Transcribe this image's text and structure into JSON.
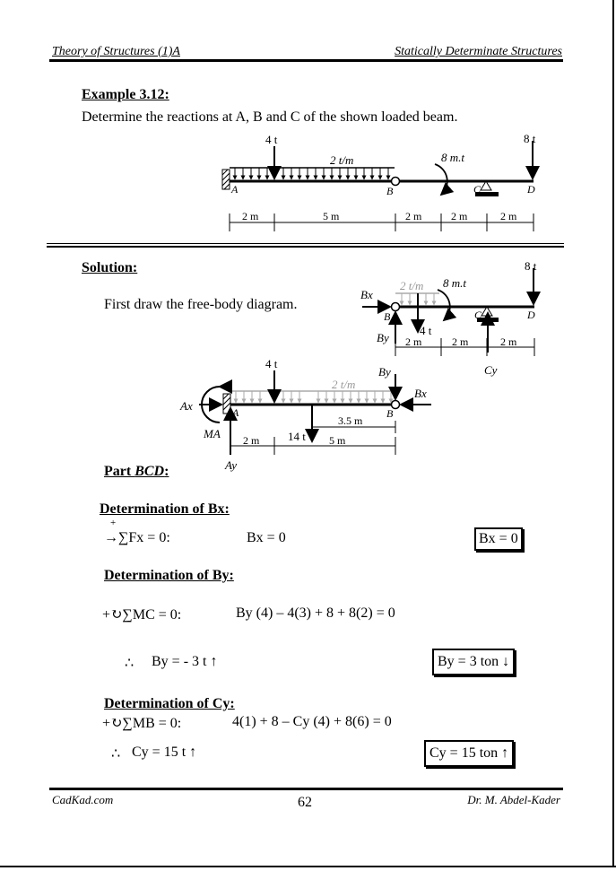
{
  "header": {
    "left": "Theory of Structures (1)A",
    "right": "Statically Determinate Structures"
  },
  "example": {
    "title": "Example 3.12:",
    "statement": "Determine the reactions at A, B and C of the shown loaded beam."
  },
  "fig1": {
    "p4": "4 t",
    "w": "2 t/m",
    "m": "8 m.t",
    "p8": "8 t",
    "A": "A",
    "B": "B",
    "C": "C",
    "D": "D",
    "dims": [
      "2 m",
      "5 m",
      "2 m",
      "2 m",
      "2 m"
    ]
  },
  "solution": {
    "title": "Solution:",
    "fbd_text": "First draw the free-body diagram."
  },
  "fig2": {
    "p8": "8 t",
    "w": "2 t/m",
    "m": "8 m.t",
    "Bx": "Bx",
    "By": "By",
    "B": "B",
    "p4": "4 t",
    "C": "C",
    "D": "D",
    "Cy": "Cy",
    "dims": [
      "2 m",
      "2 m",
      "2 m"
    ]
  },
  "fig3": {
    "p4": "4 t",
    "w": "2 t/m",
    "Ax": "Ax",
    "A": "A",
    "MA": "MA",
    "Ay": "Ay",
    "By": "By",
    "Bx": "Bx",
    "B": "B",
    "d35": "3.5 m",
    "p14": "14 t",
    "dims": [
      "2 m",
      "5 m"
    ]
  },
  "part": {
    "label": "Part ",
    "name": "BCD",
    "colon": ":"
  },
  "det_bx": {
    "title": "Determination of Bx:",
    "plus": "+",
    "eq": "→∑Fx = 0:",
    "result": "Bx = 0",
    "boxed": "Bx = 0"
  },
  "det_by": {
    "title": "Determination of By:",
    "eq": "+↻∑MC = 0:",
    "expr": "By (4) – 4(3) + 8 + 8(2) = 0",
    "therefore": "∴",
    "result": "By = - 3 t ↑",
    "boxed": "By = 3 ton ↓"
  },
  "det_cy": {
    "title": "Determination of Cy:",
    "eq": "+↻∑MB = 0:",
    "expr": "4(1) + 8 – Cy (4) + 8(6) = 0",
    "therefore": "∴",
    "result": "Cy = 15 t ↑",
    "boxed": "Cy = 15 ton ↑"
  },
  "footer": {
    "left": "CadKad.com",
    "page": "62",
    "right": "Dr. M. Abdel-Kader"
  }
}
